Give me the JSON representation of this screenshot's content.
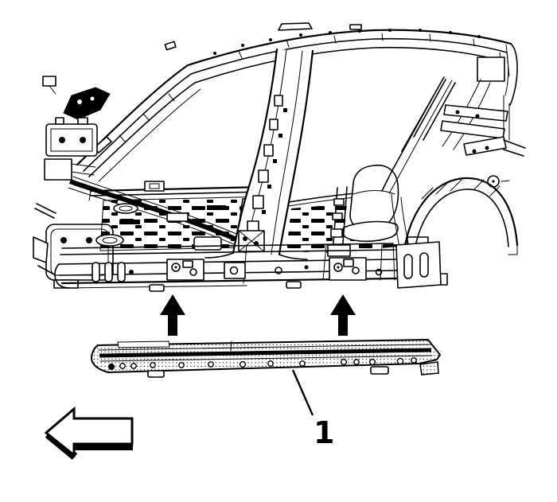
{
  "figure": {
    "background_color": "#ffffff",
    "line_color": "#000000",
    "callout": {
      "number": "1"
    },
    "installation_arrows": {
      "count": 2,
      "direction": "up"
    },
    "orientation_arrow": {
      "direction": "left"
    }
  }
}
